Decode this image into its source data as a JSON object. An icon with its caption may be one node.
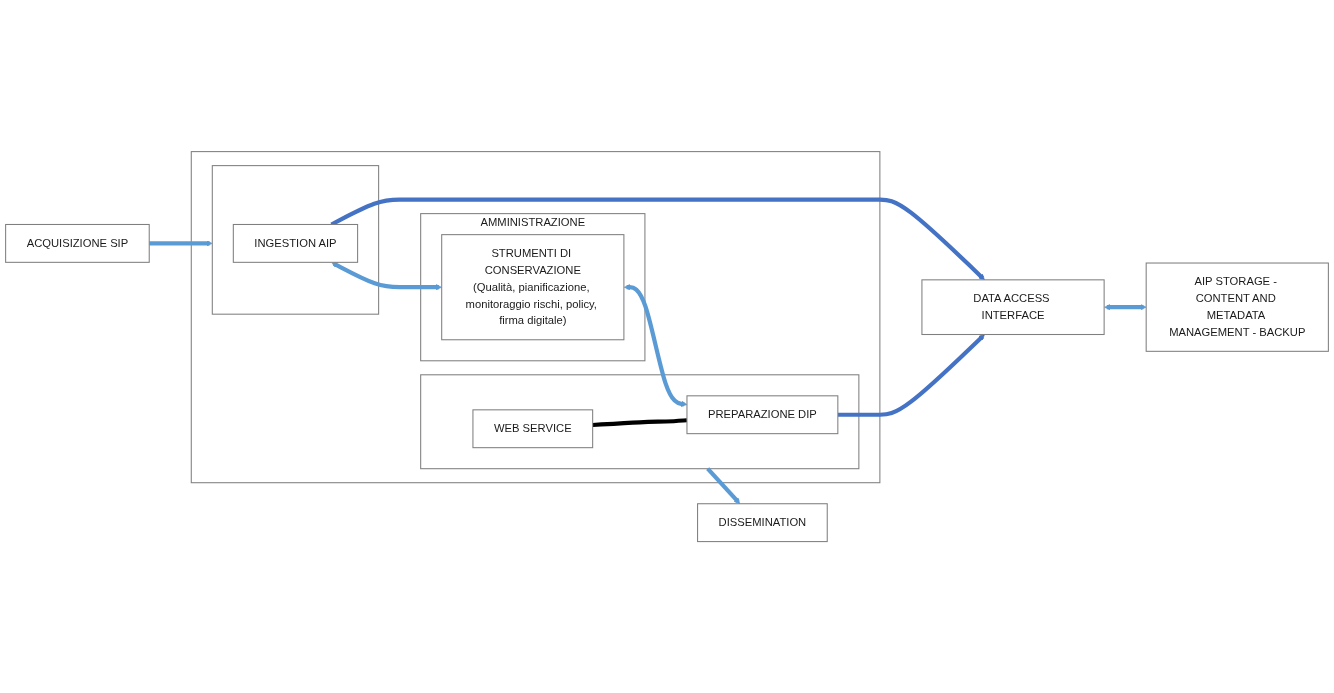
{
  "diagram": {
    "nodes": [
      {
        "text": [
          "ACQUISIZIONE SIP"
        ]
      },
      {
        "text": [],
        "shape": "box"
      },
      {
        "text": [],
        "shape": "box",
        "in": 1
      },
      {
        "text": [
          "INGESTION AIP"
        ],
        "in": 2
      },
      {
        "text": [
          "AMMINISTRAZIONE"
        ],
        "in": 1
      },
      {
        "text": [
          "STRUMENTI DI CONSERVAZIONE",
          "(Qualità, pianificazione, monitoraggio rischi, policy, firma digitale)"
        ],
        "in": 4
      },
      {
        "text": [],
        "shape": "box",
        "in": 1
      },
      {
        "text": [
          "WEB SERVICE"
        ],
        "in": 6
      },
      {
        "text": [
          "PREPARAZIONE DIP"
        ],
        "in": 6
      },
      {
        "text": [
          "DISSEMINATION"
        ]
      },
      {
        "text": [
          "DATA ACCESS INTERFACE"
        ]
      },
      {
        "text": [
          "AIP STORAGE - CONTENT AND METADATA MANAGEMENT - BACKUP"
        ]
      }
    ],
    "edges": [
      {
        "from": 0,
        "to": 2,
        "arrow": "to"
      },
      {
        "from": 3,
        "to": 5,
        "arrow": "both"
      },
      {
        "from": 5,
        "to": 8,
        "arrow": "both"
      },
      {
        "from": 7,
        "to": 8,
        "arrow": "none",
        "color": "#000000"
      },
      {
        "from": 6,
        "to": 9,
        "arrow": "to"
      },
      {
        "from": 3,
        "to": 10,
        "arrow": "to",
        "color": "#4472c4"
      },
      {
        "from": 8,
        "to": 10,
        "arrow": "to",
        "color": "#4472c4"
      },
      {
        "from": 10,
        "to": 11,
        "arrow": "both"
      }
    ]
  }
}
